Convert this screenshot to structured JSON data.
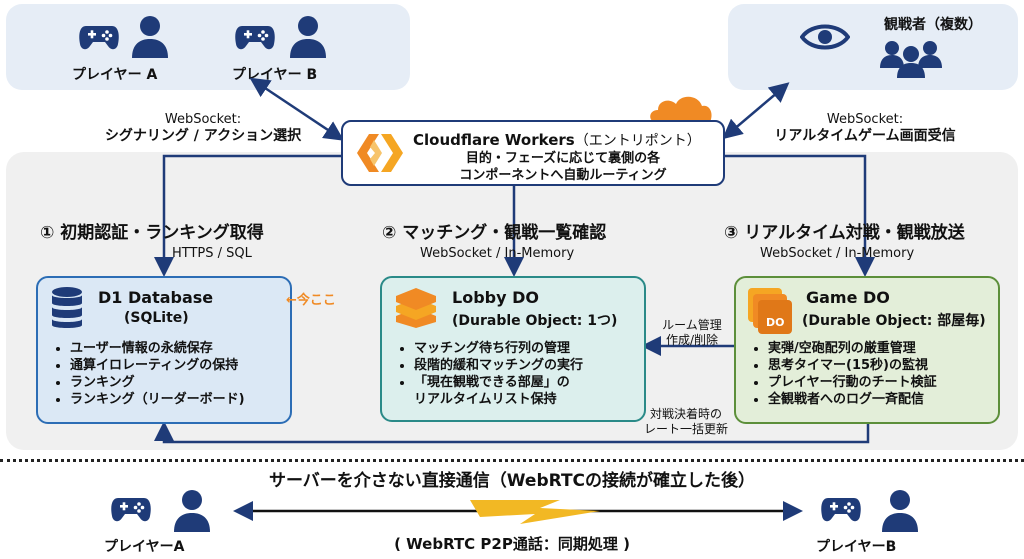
{
  "players": {
    "player_a": "プレイヤー A",
    "player_b": "プレイヤー B",
    "spectators": "観戦者（複数）"
  },
  "edges": {
    "left_line1": "WebSocket:",
    "left_line2": "シグナリング / アクション選択",
    "right_line1": "WebSocket:",
    "right_line2": "リアルタイムゲーム画面受信"
  },
  "hub": {
    "title": "Cloudflare Workers",
    "title_suffix": "（エントリポント）",
    "desc_line1": "目的・フェーズに応じて裏側の各",
    "desc_line2": "コンポーネントへ自動ルーティング"
  },
  "steps": [
    {
      "label": "① 初期認証・ランキング取得",
      "protocol": "HTTPS / SQL"
    },
    {
      "label": "② マッチング・観戦一覧確認",
      "protocol": "WebSocket / In-Memory"
    },
    {
      "label": "③ リアルタイム対戦・観戦放送",
      "protocol": "WebSocket / In-Memory"
    }
  ],
  "d1": {
    "title": "D1 Database",
    "subtitle": "(SQLite)",
    "marker": "←今ここ",
    "items": [
      "ユーザー情報の永続保存",
      "通算イロレーティングの保持",
      "ランキング",
      "ランキング（リーダーボード)"
    ]
  },
  "lobby": {
    "title": "Lobby DO",
    "subtitle": "(Durable Object: 1つ)",
    "items": [
      "マッチング待ち行列の管理",
      "段階的緩和マッチングの実行",
      "「現在観戦できる部屋」の\nリアルタイムリスト保持"
    ]
  },
  "game": {
    "title": "Game DO",
    "subtitle": "(Durable Object: 部屋毎)",
    "icon_text": "DO",
    "items": [
      "実弾/空砲配列の厳重管理",
      "思考タイマー(15秒)の監視",
      "プレイヤー行動のチート検証",
      "全観戦者へのログ一斉配信"
    ]
  },
  "links": {
    "room_mgmt_1": "ルーム管理",
    "room_mgmt_2": "作成/削除",
    "rate_update_1": "対戦決着時の",
    "rate_update_2": "レート一括更新"
  },
  "p2p": {
    "title": "サーバーを介さない直接通信（WebRTCの接続が確立した後）",
    "player_a": "プレイヤーA",
    "player_b": "プレイヤーB",
    "subtitle": "( WebRTC P2P通話：同期処理 )"
  },
  "colors": {
    "navy": "#1f3b78",
    "blue_card": "#2c6db5",
    "teal_card": "#2a8a88",
    "green_card": "#5c8f3a",
    "orange": "#f08a24"
  }
}
